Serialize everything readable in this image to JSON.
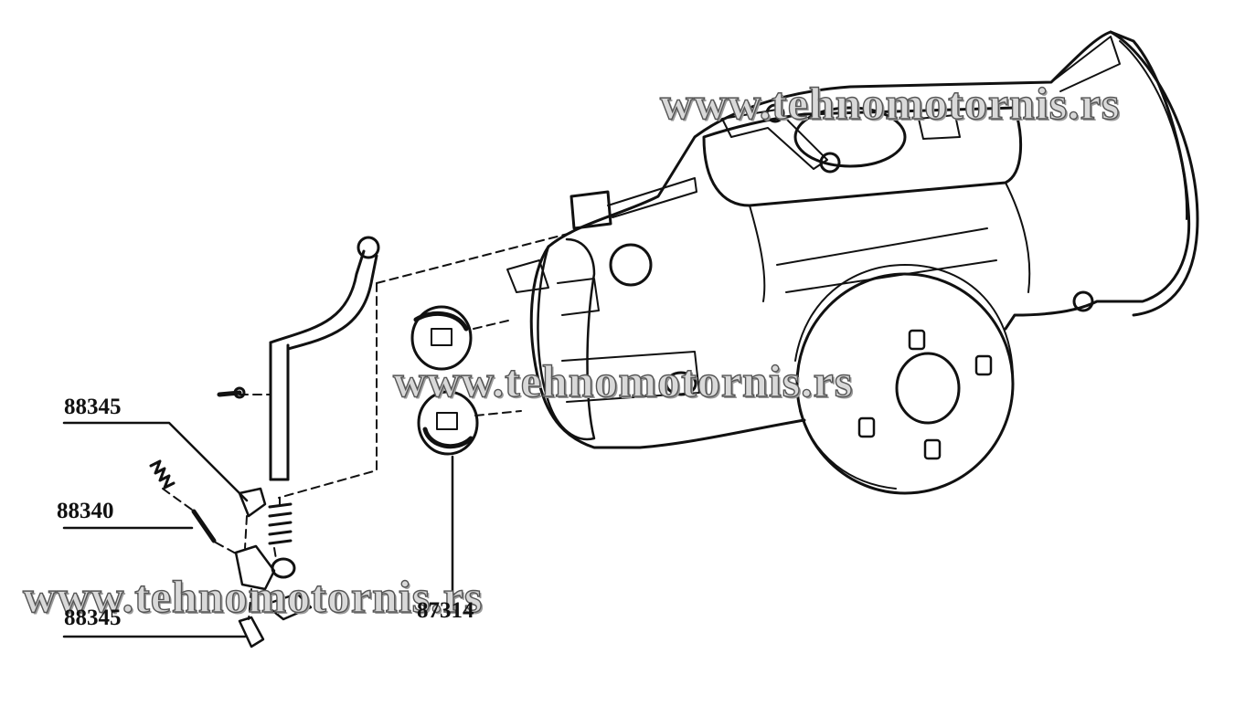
{
  "diagram": {
    "watermark_text": "www.tehnomotornis.rs",
    "part_labels": [
      {
        "id": "p1",
        "text": "88345"
      },
      {
        "id": "p2",
        "text": "88340"
      },
      {
        "id": "p3",
        "text": "88345"
      },
      {
        "id": "p4",
        "text": "87314"
      }
    ]
  }
}
